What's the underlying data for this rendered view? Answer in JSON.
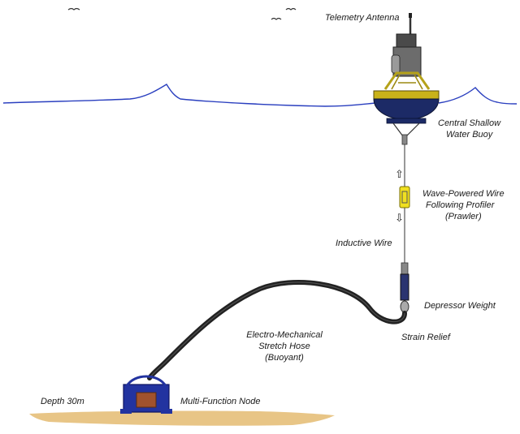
{
  "labels": {
    "telemetry_antenna": "Telemetry Antenna",
    "buoy_line1": "Central Shallow",
    "buoy_line2": "Water Buoy",
    "profiler_line1": "Wave-Powered Wire",
    "profiler_line2": "Following Profiler",
    "profiler_line3": "(Prawler)",
    "inductive_wire": "Inductive Wire",
    "depressor_weight": "Depressor Weight",
    "strain_relief": "Strain Relief",
    "hose_line1": "Electro-Mechanical",
    "hose_line2": "Stretch Hose",
    "hose_line3": "(Buoyant)",
    "depth": "Depth 30m",
    "node": "Multi-Function Node"
  },
  "icons": {
    "up_arrow": "⇧",
    "down_arrow": "⇩"
  },
  "colors": {
    "water_line": "#2a3fbf",
    "buoy_yellow": "#c9b21a",
    "buoy_navy": "#1c2a66",
    "hose": "#222222",
    "seabed": "#e8c586",
    "node_blue": "#2233a0"
  }
}
